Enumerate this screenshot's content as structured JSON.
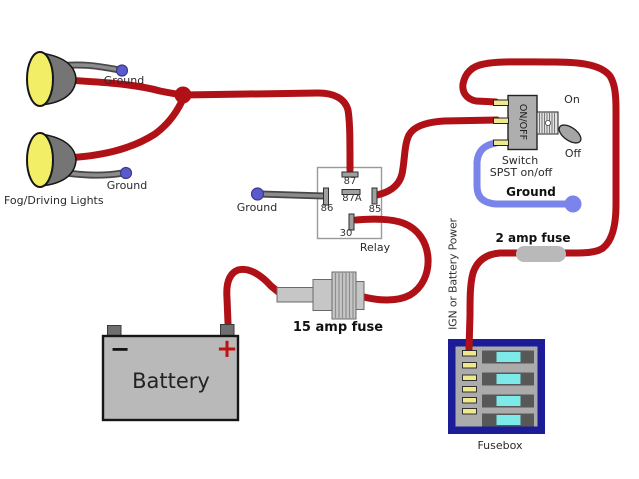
{
  "colors": {
    "red": "#b01117",
    "blue": "#7b84ea",
    "purple": "#5a5ace",
    "navy": "#1c1c99",
    "cyan": "#7de9e9",
    "lens-yellow": "#f2ee66",
    "terminal-yellow": "#efe88c",
    "cone-gray": "#757575"
  },
  "labels": {
    "ground": "Ground",
    "fog_lights": "Fog/Driving Lights"
  },
  "relay": {
    "label": "Relay",
    "pin_87": "87",
    "pin_87a": "87A",
    "pin_86": "86",
    "pin_85": "85",
    "pin_30": "30"
  },
  "battery": {
    "label": "Battery",
    "plus": "+",
    "minus": "−"
  },
  "fuse15": {
    "label": "15 amp fuse"
  },
  "fuse2": {
    "label": "2 amp fuse"
  },
  "switch": {
    "body_label": "ON/OFF",
    "name": "Switch",
    "type": "SPST on/off",
    "on": "On",
    "off": "Off",
    "ground_label": "Ground"
  },
  "fusebox": {
    "label": "Fusebox"
  },
  "power_feed": {
    "label": "IGN or Battery Power"
  }
}
